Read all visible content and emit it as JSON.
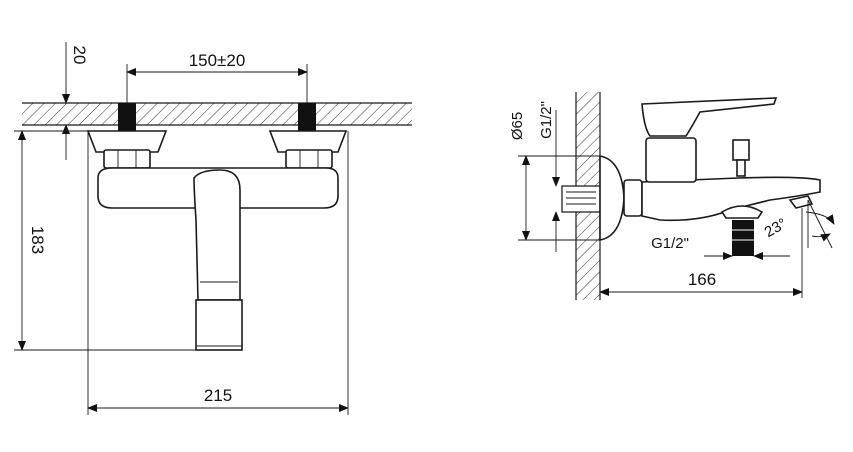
{
  "front_view": {
    "dim_spacing": "150±20",
    "dim_wall": "20",
    "dim_height": "183",
    "dim_width": "215"
  },
  "side_view": {
    "dim_diameter": "Ø65",
    "dim_thread_wall": "G1/2\"",
    "dim_thread_outlet": "G1/2\"",
    "dim_projection": "166",
    "dim_angle": "23°"
  }
}
